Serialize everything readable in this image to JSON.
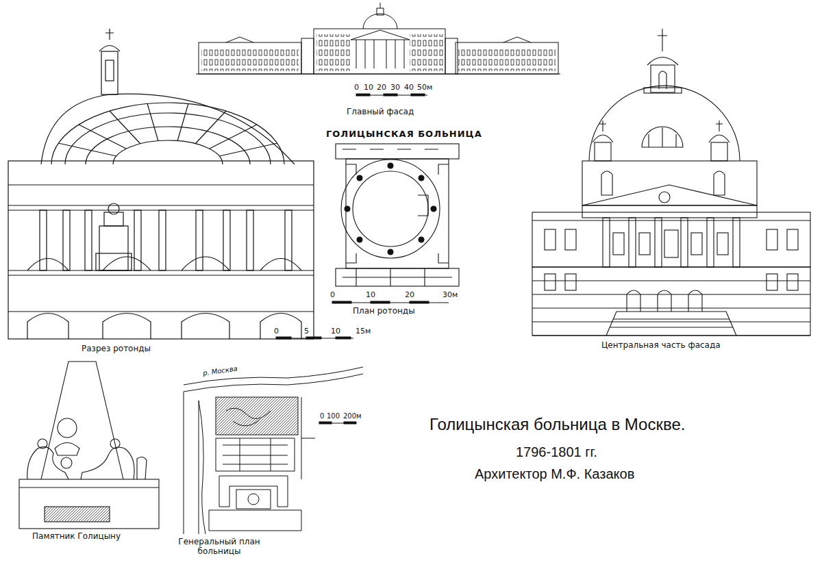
{
  "diagram": {
    "title": "Голицынская больница в Москве.",
    "labels": [
      "ГОЛИЦЫНСКАЯ БОЛЬНИЦА",
      "Главный фасад",
      "0",
      "10",
      "20",
      "30",
      "40",
      "50м",
      "Разрез ротонды",
      "План ротонды",
      "0",
      "10",
      "20",
      "30м",
      "0",
      "5",
      "10",
      "15м",
      "Центральная часть фасада",
      "Памятник Голицыну",
      "р. Москва",
      "Генеральный план больницы",
      "0",
      "100",
      "200м",
      "1796-1801 гг.",
      "Архитектор М.Ф. Казаков"
    ]
  }
}
